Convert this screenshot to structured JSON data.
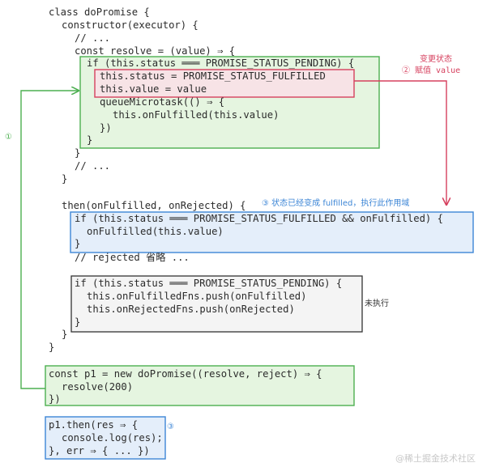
{
  "code_lines": [
    {
      "id": "l1",
      "text": "class doPromise {"
    },
    {
      "id": "l2",
      "text": "constructor(executor) {"
    },
    {
      "id": "l3",
      "text": "// ..."
    },
    {
      "id": "l4",
      "text": "const resolve = (value) ⇒ {"
    },
    {
      "id": "l5",
      "text": "if (this.status ═══ PROMISE_STATUS_PENDING) {"
    },
    {
      "id": "l6",
      "text": "this.status =  PROMISE_STATUS_FULFILLED"
    },
    {
      "id": "l7",
      "text": "this.value = value"
    },
    {
      "id": "l8",
      "text": "queueMicrotask(() ⇒ {"
    },
    {
      "id": "l9",
      "text": "this.onFulfilled(this.value)"
    },
    {
      "id": "l10",
      "text": "})"
    },
    {
      "id": "l11",
      "text": "}"
    },
    {
      "id": "l12",
      "text": "}"
    },
    {
      "id": "l13",
      "text": "// ..."
    },
    {
      "id": "l14",
      "text": "}"
    },
    {
      "id": "l15",
      "text": "then(onFulfilled, onRejected) {"
    },
    {
      "id": "l16",
      "text": "if (this.status ═══ PROMISE_STATUS_FULFILLED && onFulfilled) {"
    },
    {
      "id": "l17",
      "text": "onFulfilled(this.value)"
    },
    {
      "id": "l18",
      "text": "}"
    },
    {
      "id": "l19",
      "text": "// rejected 省略 ..."
    },
    {
      "id": "l20",
      "text": "if (this.status ═══ PROMISE_STATUS_PENDING) {"
    },
    {
      "id": "l21",
      "text": "this.onFulfilledFns.push(onFulfilled)"
    },
    {
      "id": "l22",
      "text": "this.onRejectedFns.push(onRejected)"
    },
    {
      "id": "l23",
      "text": "}"
    },
    {
      "id": "l24",
      "text": "}"
    },
    {
      "id": "l25",
      "text": "}"
    },
    {
      "id": "l26",
      "text": "const p1 = new doPromise((resolve, reject) ⇒ {"
    },
    {
      "id": "l27",
      "text": "resolve(200)"
    },
    {
      "id": "l28",
      "text": "})"
    },
    {
      "id": "l29",
      "text": "p1.then(res ⇒ {"
    },
    {
      "id": "l30",
      "text": "console.log(res);"
    },
    {
      "id": "l31",
      "text": "}, err ⇒ { ... })"
    }
  ],
  "annotations": {
    "change_state_line1": "变更状态",
    "change_state_line2": "② 赋值 value",
    "state_changed": "③ 状态已经变成 fulfilled，执行此作用域",
    "not_executed": "未执行",
    "marker_1": "①",
    "marker_3": "③"
  },
  "colors": {
    "green": "#4caf50",
    "green_fill": "#e5f5e0",
    "red": "#d6405e",
    "red_fill": "#f7e3e6",
    "blue": "#3d86d6",
    "blue_fill": "#e4eefa",
    "dark": "#333333",
    "dark_fill": "#f4f4f4",
    "text": "#2b2b2b"
  },
  "watermark": "@稀土掘金技术社区"
}
